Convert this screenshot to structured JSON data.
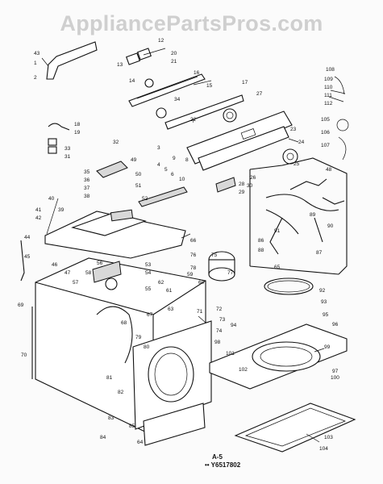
{
  "watermark": "AppliancePartsPros.com",
  "diagram_code": {
    "line1": "A-5",
    "line2": "•• Y6517802"
  },
  "callouts": [
    "43",
    "1",
    "2",
    "12",
    "13",
    "20",
    "21",
    "14",
    "15",
    "16",
    "17",
    "34",
    "27",
    "7",
    "18",
    "19",
    "33",
    "31",
    "32",
    "35",
    "36",
    "37",
    "38",
    "39",
    "49",
    "50",
    "3",
    "4",
    "5",
    "6",
    "8",
    "9",
    "10",
    "22",
    "23",
    "24",
    "25",
    "26",
    "28",
    "29",
    "30",
    "108",
    "109",
    "110",
    "111",
    "112",
    "105",
    "106",
    "107",
    "65",
    "86",
    "87",
    "88",
    "89",
    "90",
    "91",
    "40",
    "41",
    "42",
    "44",
    "45",
    "46",
    "47",
    "48",
    "51",
    "52",
    "53",
    "54",
    "55",
    "56",
    "57",
    "58",
    "59",
    "60",
    "61",
    "62",
    "63",
    "64",
    "66",
    "67",
    "68",
    "69",
    "70",
    "71",
    "72",
    "73",
    "74",
    "75",
    "76",
    "77",
    "78",
    "79",
    "80",
    "81",
    "82",
    "83",
    "84",
    "85",
    "92",
    "93",
    "94",
    "95",
    "96",
    "97",
    "98",
    "99",
    "100",
    "101",
    "102",
    "103",
    "104"
  ]
}
